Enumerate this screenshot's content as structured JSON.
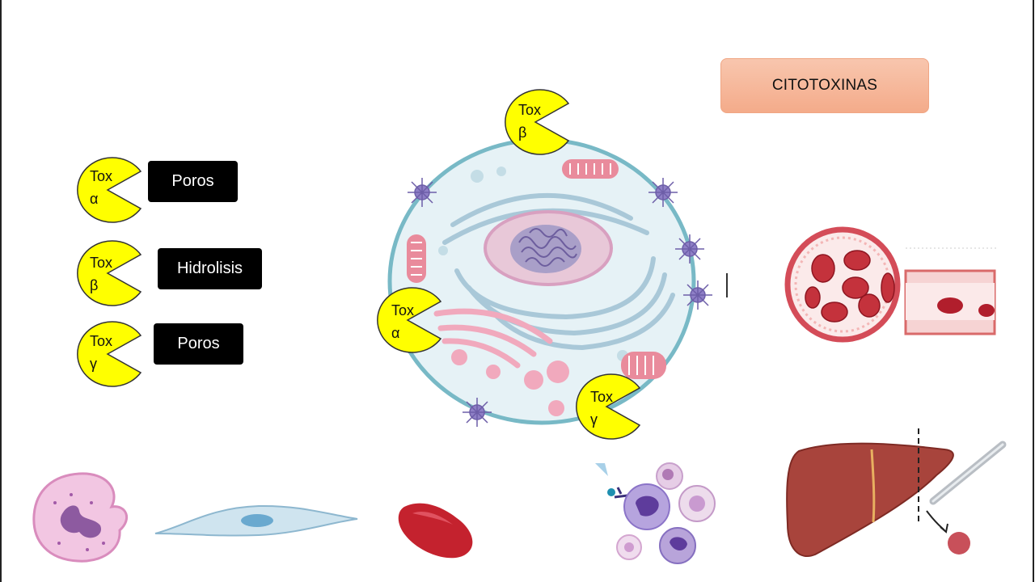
{
  "title": "CITOTOXINAS",
  "toxins": [
    {
      "name": "Tox",
      "letter": "α",
      "mechanism": "Poros"
    },
    {
      "name": "Tox",
      "letter": "β",
      "mechanism": "Hidrolisis"
    },
    {
      "name": "Tox",
      "letter": "γ",
      "mechanism": "Poros"
    }
  ],
  "cell_toxins": [
    {
      "name": "Tox",
      "letter": "β"
    },
    {
      "name": "Tox",
      "letter": "α"
    },
    {
      "name": "Tox",
      "letter": "γ"
    }
  ],
  "colors": {
    "toxin_yellow": "#ffff00",
    "mechanism_box": "#000000",
    "title_box": "#f6b597",
    "cell_membrane": "#78b9c6",
    "cell_fill": "#e6f2f6",
    "blood": "#c4323c"
  }
}
